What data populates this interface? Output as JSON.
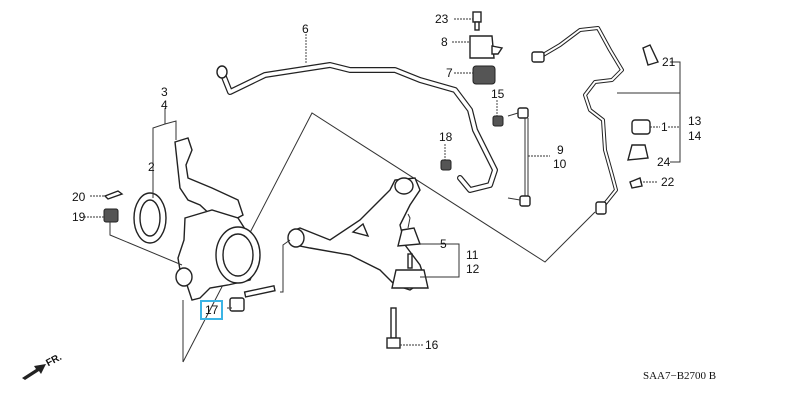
{
  "diagram": {
    "code": "SAA7−B2700 B",
    "front_indicator": "FR.",
    "highlighted_part": "17",
    "callouts": [
      {
        "id": "c1",
        "label": "1"
      },
      {
        "id": "c2",
        "label": "2"
      },
      {
        "id": "c3",
        "label": "3"
      },
      {
        "id": "c4",
        "label": "4"
      },
      {
        "id": "c5",
        "label": "5"
      },
      {
        "id": "c6",
        "label": "6"
      },
      {
        "id": "c7",
        "label": "7"
      },
      {
        "id": "c8",
        "label": "8"
      },
      {
        "id": "c9",
        "label": "9"
      },
      {
        "id": "c10",
        "label": "10"
      },
      {
        "id": "c11",
        "label": "11"
      },
      {
        "id": "c12",
        "label": "12"
      },
      {
        "id": "c13",
        "label": "13"
      },
      {
        "id": "c14",
        "label": "14"
      },
      {
        "id": "c15",
        "label": "15"
      },
      {
        "id": "c16",
        "label": "16"
      },
      {
        "id": "c17",
        "label": "17"
      },
      {
        "id": "c18",
        "label": "18"
      },
      {
        "id": "c19",
        "label": "19"
      },
      {
        "id": "c20",
        "label": "20"
      },
      {
        "id": "c21",
        "label": "21"
      },
      {
        "id": "c22",
        "label": "22"
      },
      {
        "id": "c23",
        "label": "23"
      },
      {
        "id": "c24",
        "label": "24"
      }
    ]
  }
}
